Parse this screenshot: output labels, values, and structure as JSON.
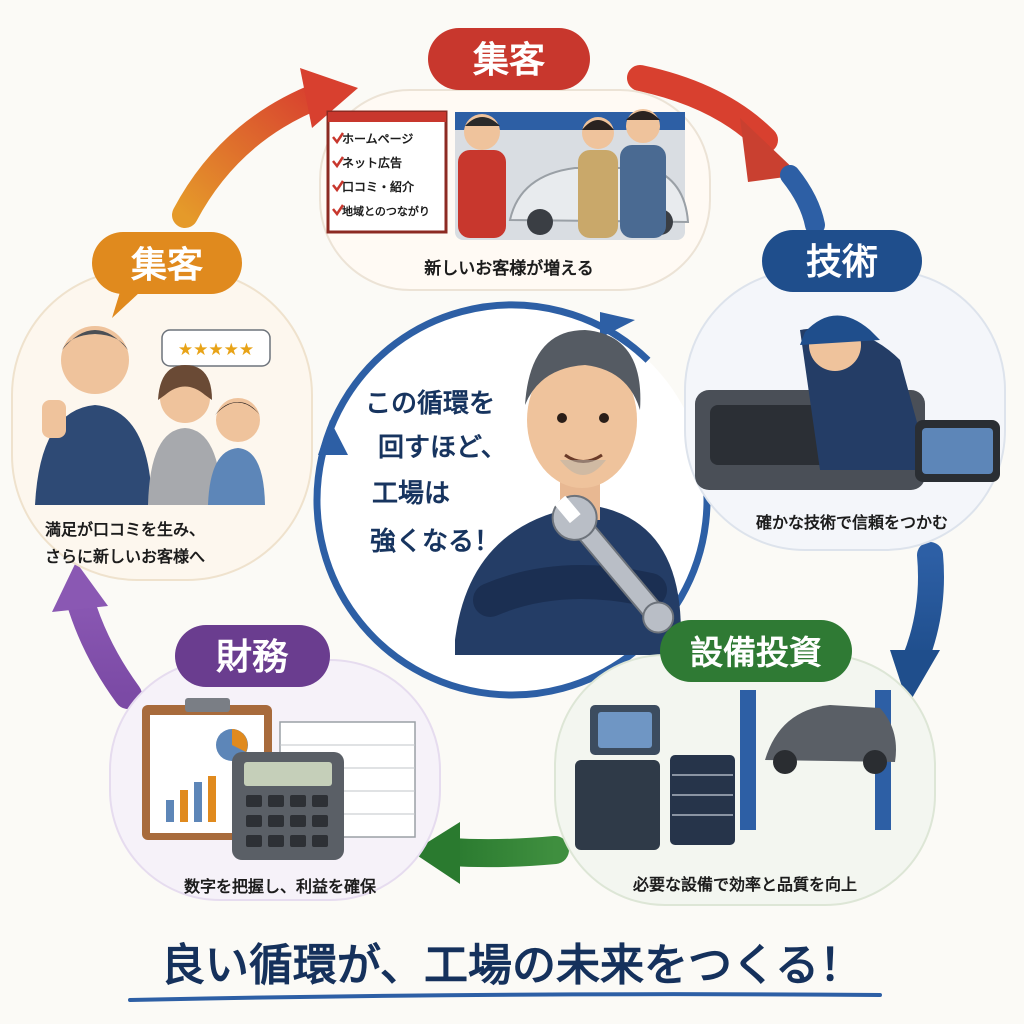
{
  "stages": {
    "top": {
      "title": "集客",
      "caption": "新しいお客様が増える",
      "checklist": [
        "ホームページ",
        "ネット広告",
        "口コミ・紹介",
        "地域とのつながり"
      ],
      "color": "#c8372d"
    },
    "right": {
      "title": "技術",
      "caption": "確かな技術で信頼をつかむ",
      "color": "#1f4e8c"
    },
    "bottom_right": {
      "title": "設備投資",
      "caption": "必要な設備で効率と品質を向上",
      "color": "#2f7a34"
    },
    "bottom_left": {
      "title": "財務",
      "caption": "数字を把握し、利益を確保",
      "color": "#6a3d8f"
    },
    "left": {
      "title": "集客",
      "caption_line1": "満足が口コミを生み、",
      "caption_line2": "さらに新しいお客様へ",
      "color": "#e08a1e"
    }
  },
  "center": {
    "line1": "この循環を",
    "line2": "回すほど、",
    "line3": "工場は",
    "line4": "強くなる！"
  },
  "slogan": "良い循環が、工場の未来をつくる！"
}
